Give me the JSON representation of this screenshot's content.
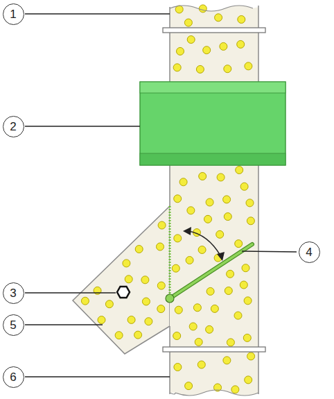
{
  "diagram": {
    "nodes": [
      {
        "text": [
          "1"
        ]
      },
      {
        "text": [
          "2"
        ]
      },
      {
        "text": [
          "4"
        ]
      },
      {
        "text": [
          "3"
        ]
      },
      {
        "text": [
          "5"
        ]
      },
      {
        "text": [
          "6"
        ]
      }
    ]
  }
}
